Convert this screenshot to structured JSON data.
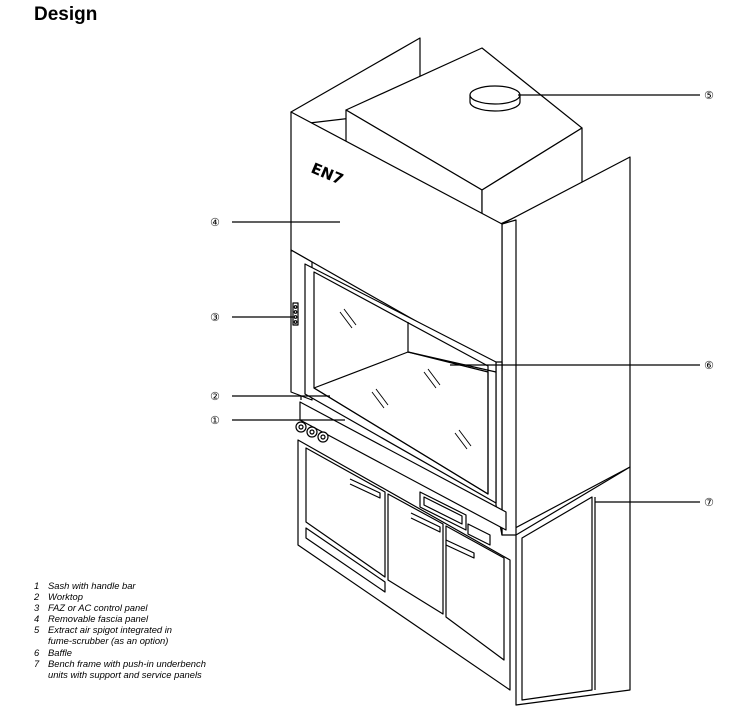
{
  "title": "Design",
  "brand_mark": "EN7",
  "callouts": [
    {
      "id": "1",
      "symbol": "①"
    },
    {
      "id": "2",
      "symbol": "②"
    },
    {
      "id": "3",
      "symbol": "③"
    },
    {
      "id": "4",
      "symbol": "④"
    },
    {
      "id": "5",
      "symbol": "⑤"
    },
    {
      "id": "6",
      "symbol": "⑥"
    },
    {
      "id": "7",
      "symbol": "⑦"
    }
  ],
  "legend": [
    {
      "num": "1",
      "text": "Sash with handle bar"
    },
    {
      "num": "2",
      "text": "Worktop"
    },
    {
      "num": "3",
      "text": "FAZ or AC control panel"
    },
    {
      "num": "4",
      "text": "Removable fascia panel"
    },
    {
      "num": "5",
      "text": "Extract air spigot integrated in\nfume-scrubber (as an option)"
    },
    {
      "num": "6",
      "text": "Baffle"
    },
    {
      "num": "7",
      "text": "Bench frame with push-in underbench\nunits with support and service panels"
    }
  ]
}
